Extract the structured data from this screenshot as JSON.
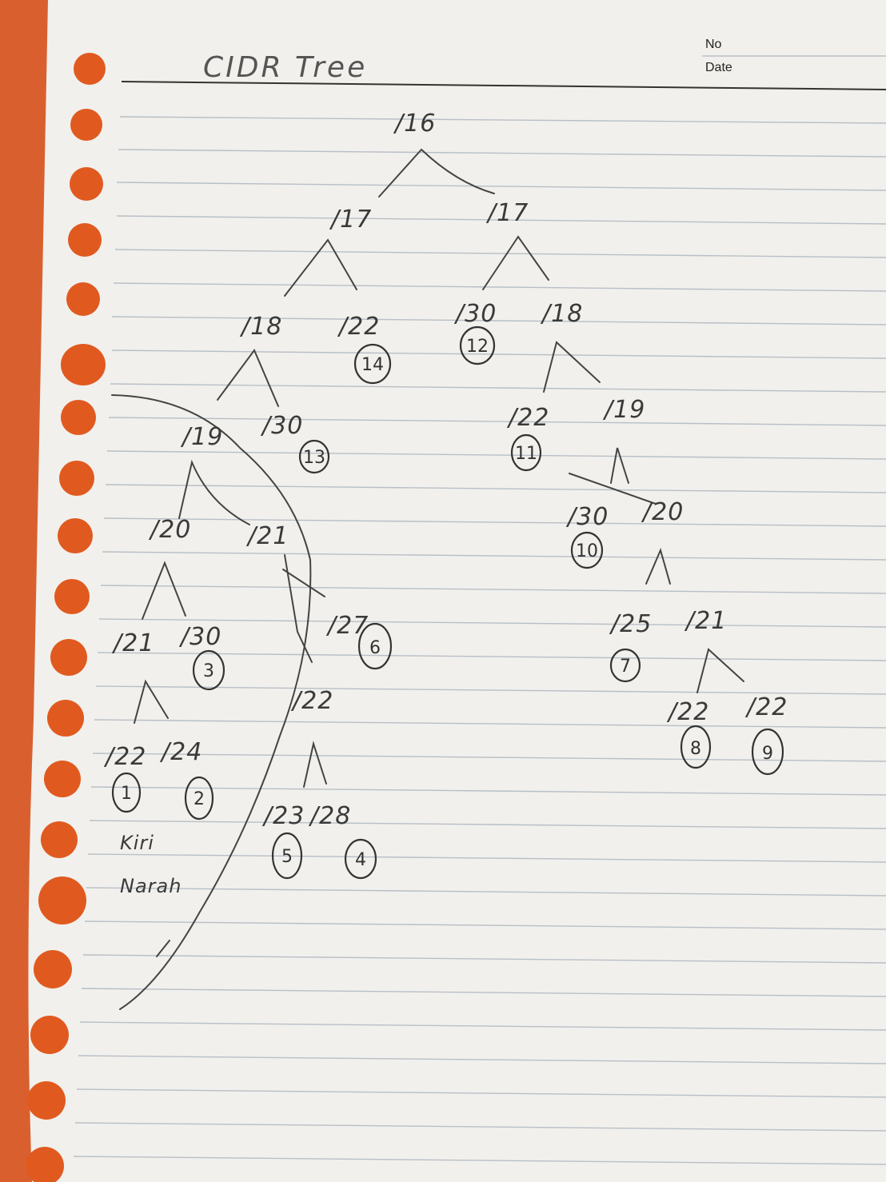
{
  "page": {
    "header_no_label": "No",
    "header_date_label": "Date",
    "title": "CIDR Tree"
  },
  "diagram": {
    "root": "/16",
    "labels": {
      "l17a": "/17",
      "l17b": "/17",
      "l18a": "/18",
      "l22a": "/22",
      "l30a": "/30",
      "l18b": "/18",
      "l19a": "/19",
      "l30b": "/30",
      "l22b": "/22",
      "l19b": "/19",
      "l20a": "/20",
      "l21a": "/21",
      "l30c": "/30",
      "l20b": "/20",
      "l21b": "/21",
      "l30d": "/30",
      "l27": "/27",
      "l25": "/25",
      "l21c": "/21",
      "l22c": "/22",
      "l24": "/24",
      "l22d": "/22",
      "l22e": "/22",
      "l22f": "/22",
      "l23": "/23",
      "l28": "/28"
    },
    "circles": {
      "c14": "14",
      "c12": "12",
      "c13": "13",
      "c11": "11",
      "c10": "10",
      "c6": "6",
      "c3": "3",
      "c7": "7",
      "c8": "8",
      "c9": "9",
      "c1": "1",
      "c2": "2",
      "c5": "5",
      "c4": "4"
    },
    "notes": {
      "n1": "Kiri",
      "n2": "Narah"
    }
  }
}
